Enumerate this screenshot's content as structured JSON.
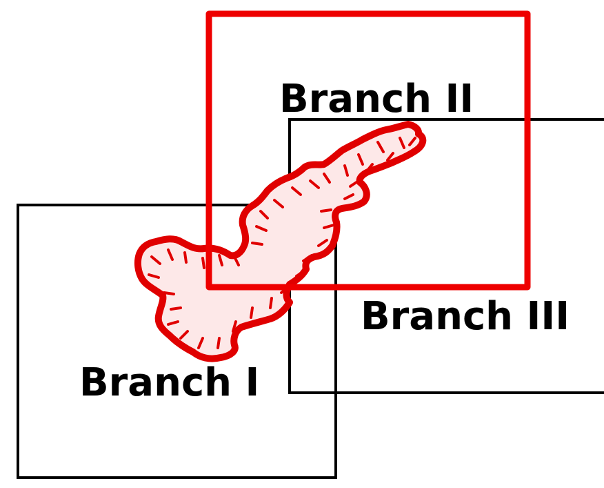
{
  "diagram": {
    "labels": {
      "branch_1": "Branch I",
      "branch_2": "Branch II",
      "branch_3": "Branch III"
    },
    "colors": {
      "background": "#ffffff",
      "box_default": "#000000",
      "box_highlight": "#ee0000",
      "region_outline": "#e00000",
      "region_fill": "#fde8e8",
      "label_text": "#000000"
    },
    "highlighted_branch": "Branch II"
  }
}
